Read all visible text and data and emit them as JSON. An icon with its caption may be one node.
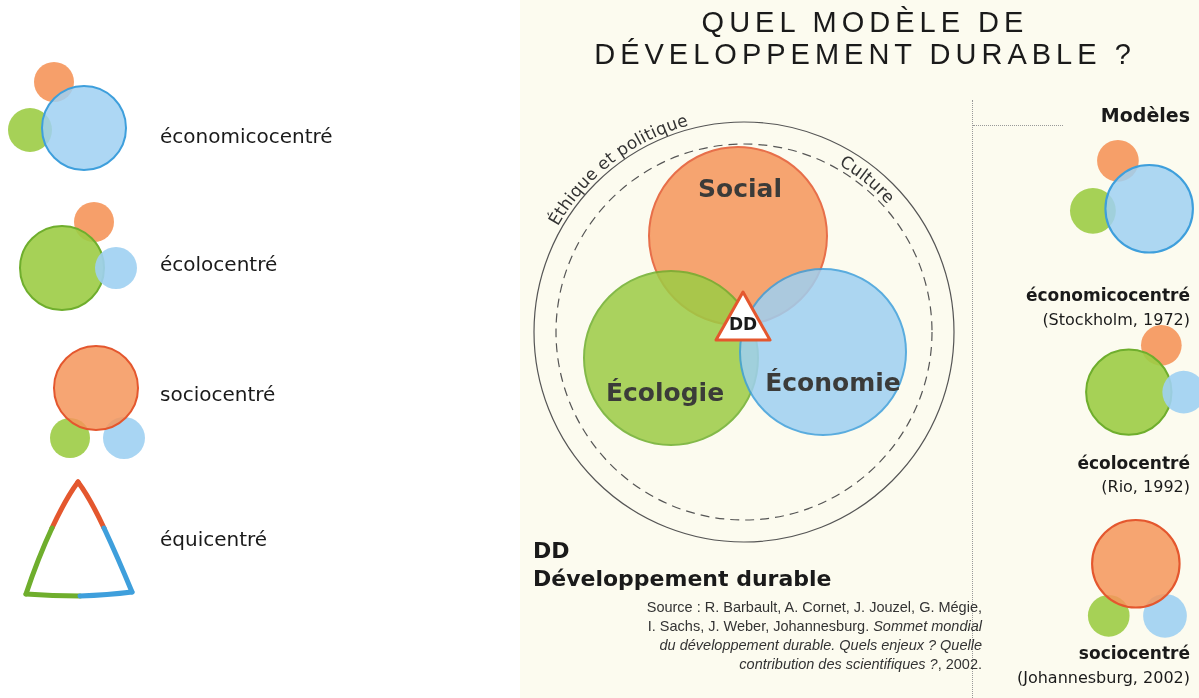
{
  "diagram": {
    "title": "QUEL MODÈLE DE DÉVELOPPEMENT DURABLE ?",
    "nodes": [
      {
        "text": [
          "Éthique et politique"
        ]
      },
      {
        "text": [
          "Culture"
        ],
        "in": 0
      },
      {
        "text": [
          "Social"
        ],
        "in": 1
      },
      {
        "text": [
          "Écologie"
        ],
        "in": 1
      },
      {
        "text": [
          "Économie"
        ],
        "in": 1
      },
      {
        "text": [
          "DD"
        ],
        "in": 1
      },
      {
        "text": [
          "Modèles"
        ]
      }
    ],
    "edges": [],
    "labels": [
      "DD",
      "Développement durable",
      "Source : R. Barbault, A. Cornet, J. Jouzel, G. Mégie, I. Sachs, J. Weber, Johannesburg. *Sommet mondial du développement durable. Quels enjeux ? Quelle contribution des scientifiques ?*, 2002.",
      "économicocentré",
      "(Stockholm, 1972)",
      "écolocentré",
      "(Rio, 1992)",
      "sociocentré",
      "(Johannesburg, 2002)"
    ],
    "legend": [
      {
        "text": "économicocentré"
      },
      {
        "text": "écolocentré"
      },
      {
        "text": "sociocentré"
      },
      {
        "text": "équicentré"
      }
    ]
  }
}
